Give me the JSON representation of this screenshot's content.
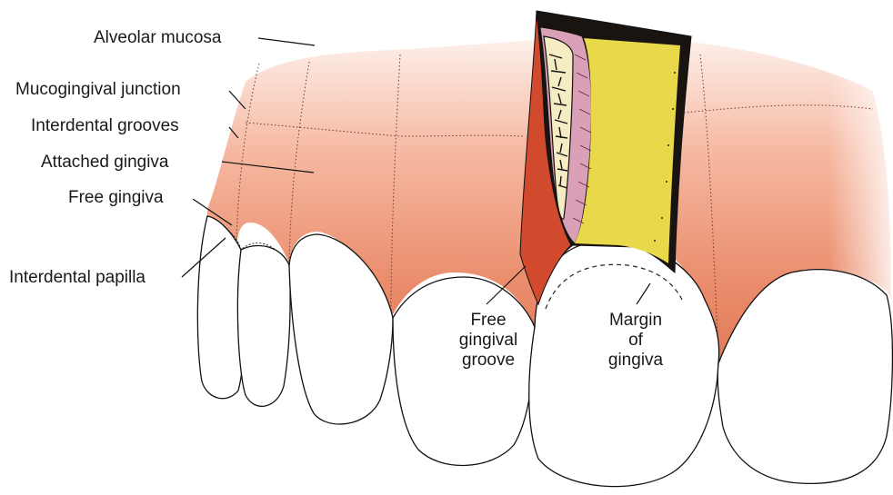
{
  "labels": {
    "alveolar_mucosa": "Alveolar mucosa",
    "mucogingival_junction": "Mucogingival junction",
    "interdental_grooves": "Interdental grooves",
    "attached_gingiva": "Attached gingiva",
    "free_gingiva": "Free gingiva",
    "interdental_papilla": "Interdental papilla",
    "free_gingival_groove": [
      "Free",
      "gingival",
      "groove"
    ],
    "margin_of_gingiva": [
      "Margin",
      "of",
      "gingiva"
    ]
  },
  "colors": {
    "gingiva_light": "#fbe3d9",
    "gingiva_dark": "#e88a66",
    "bone": "#f3e8b0",
    "tooth_section": "#e8d84a",
    "mucosa_section": "#d24a2e",
    "pink_section": "#d9a0b8",
    "outline": "#111111"
  }
}
